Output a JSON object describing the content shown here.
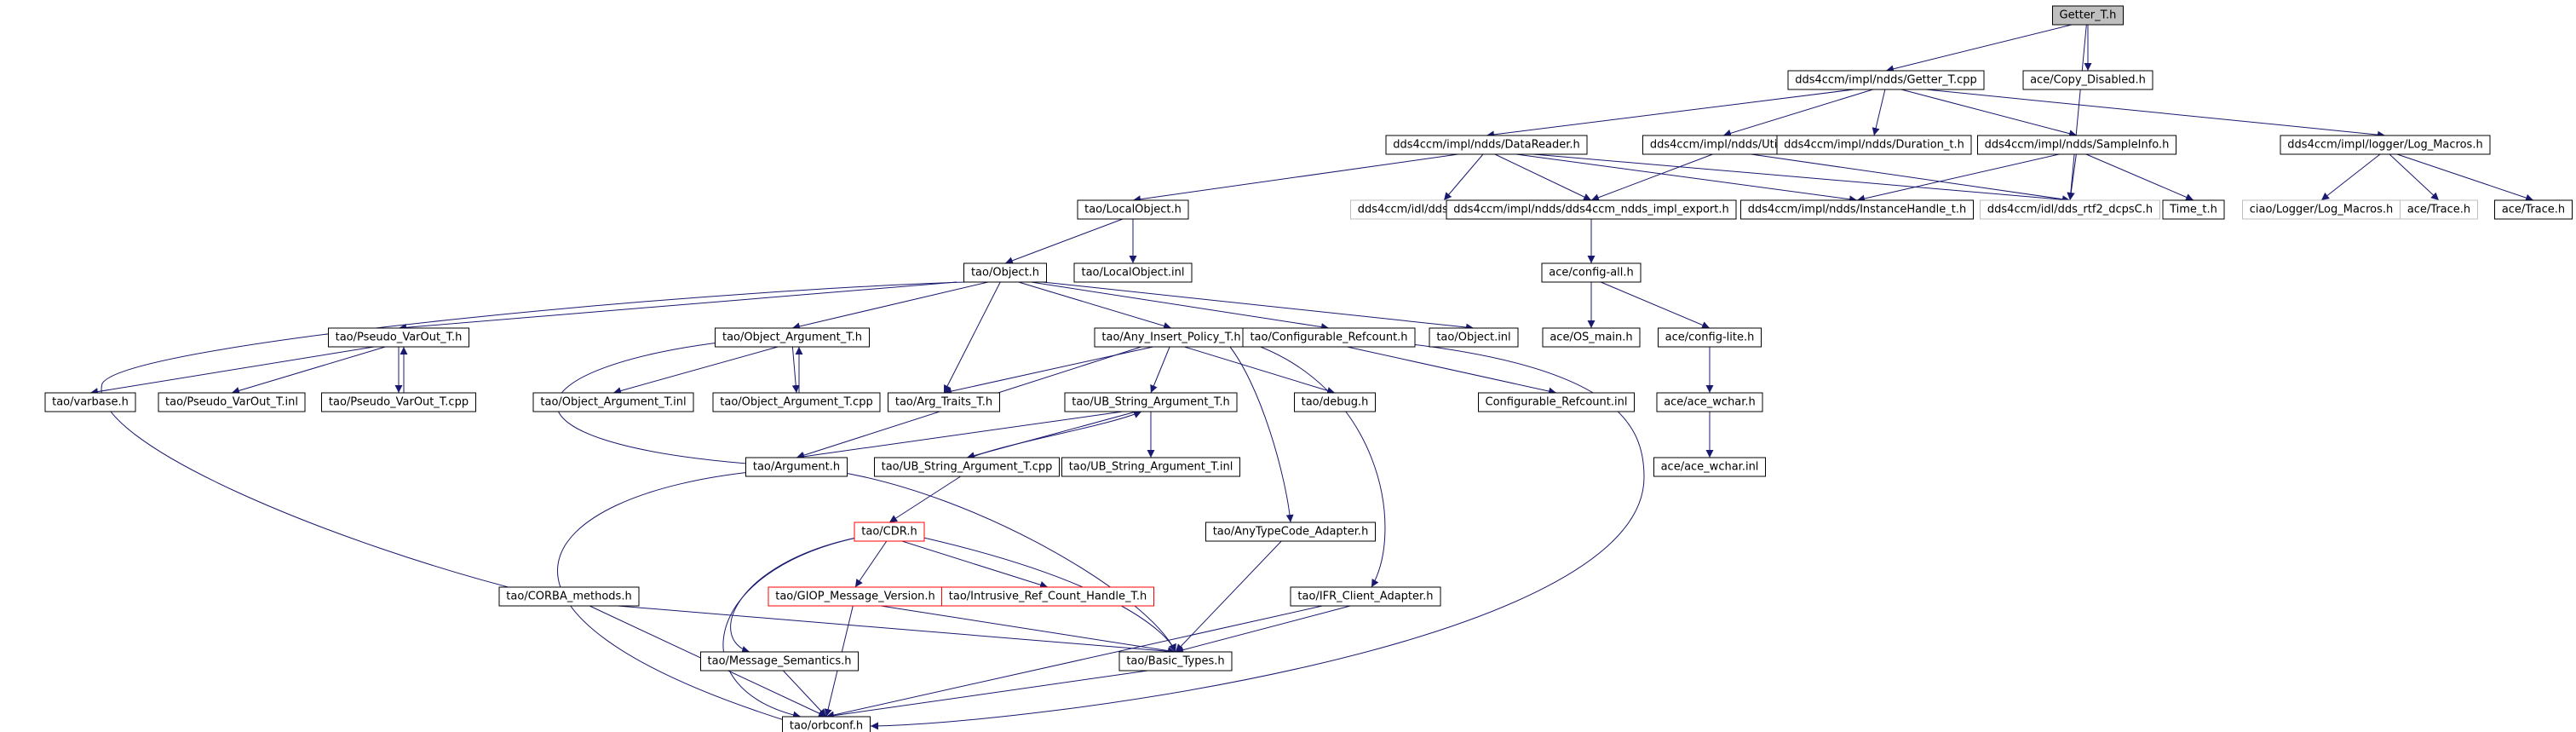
{
  "colors": {
    "edge": "#191970",
    "box_normal": "#000000",
    "box_red": "#ff0000",
    "box_grey": "#bfbfbf",
    "box_root_fill": "#bfbfbf"
  },
  "graph": {
    "nodes": [
      {
        "id": "getter_t_h",
        "label": "Getter_T.h",
        "style": "root"
      },
      {
        "id": "getter_t_cpp",
        "label": "dds4ccm/impl/ndds/Getter_T.cpp",
        "style": "normal"
      },
      {
        "id": "copy_disabled",
        "label": "ace/Copy_Disabled.h",
        "style": "normal"
      },
      {
        "id": "datareader",
        "label": "dds4ccm/impl/ndds/DataReader.h",
        "style": "normal"
      },
      {
        "id": "utils",
        "label": "dds4ccm/impl/ndds/Utils.h",
        "style": "normal"
      },
      {
        "id": "duration",
        "label": "dds4ccm/impl/ndds/Duration_t.h",
        "style": "normal"
      },
      {
        "id": "sampleinfo",
        "label": "dds4ccm/impl/ndds/SampleInfo.h",
        "style": "normal"
      },
      {
        "id": "log_macros",
        "label": "dds4ccm/impl/logger/Log_Macros.h",
        "style": "normal"
      },
      {
        "id": "localobject_h",
        "label": "tao/LocalObject.h",
        "style": "normal"
      },
      {
        "id": "dcpsec",
        "label": "dds4ccm/idl/dds_rtf2_dcpsEC.h",
        "style": "grey"
      },
      {
        "id": "impl_export",
        "label": "dds4ccm/impl/ndds/dds4ccm_ndds_impl_export.h",
        "style": "normal"
      },
      {
        "id": "instancehandle",
        "label": "dds4ccm/impl/ndds/InstanceHandle_t.h",
        "style": "normal"
      },
      {
        "id": "dcpsc",
        "label": "dds4ccm/idl/dds_rtf2_dcpsC.h",
        "style": "grey"
      },
      {
        "id": "time_t",
        "label": "Time_t.h",
        "style": "normal"
      },
      {
        "id": "ciao_log",
        "label": "ciao/Logger/Log_Macros.h",
        "style": "grey"
      },
      {
        "id": "ace_trace1",
        "label": "ace/Trace.h",
        "style": "grey"
      },
      {
        "id": "ace_trace2",
        "label": "ace/Trace.h",
        "style": "normal"
      },
      {
        "id": "object_h",
        "label": "tao/Object.h",
        "style": "normal"
      },
      {
        "id": "localobject_inl",
        "label": "tao/LocalObject.inl",
        "style": "normal"
      },
      {
        "id": "config_all",
        "label": "ace/config-all.h",
        "style": "normal"
      },
      {
        "id": "pseudo_varout_h",
        "label": "tao/Pseudo_VarOut_T.h",
        "style": "normal"
      },
      {
        "id": "object_argument_h",
        "label": "tao/Object_Argument_T.h",
        "style": "normal"
      },
      {
        "id": "any_insert",
        "label": "tao/Any_Insert_Policy_T.h",
        "style": "normal"
      },
      {
        "id": "configurable_refcount",
        "label": "tao/Configurable_Refcount.h",
        "style": "normal"
      },
      {
        "id": "object_inl",
        "label": "tao/Object.inl",
        "style": "normal"
      },
      {
        "id": "os_main",
        "label": "ace/OS_main.h",
        "style": "normal"
      },
      {
        "id": "config_lite",
        "label": "ace/config-lite.h",
        "style": "normal"
      },
      {
        "id": "varbase",
        "label": "tao/varbase.h",
        "style": "normal"
      },
      {
        "id": "pseudo_varout_inl",
        "label": "tao/Pseudo_VarOut_T.inl",
        "style": "normal"
      },
      {
        "id": "pseudo_varout_cpp",
        "label": "tao/Pseudo_VarOut_T.cpp",
        "style": "normal"
      },
      {
        "id": "object_argument_inl",
        "label": "tao/Object_Argument_T.inl",
        "style": "normal"
      },
      {
        "id": "object_argument_cpp",
        "label": "tao/Object_Argument_T.cpp",
        "style": "normal"
      },
      {
        "id": "arg_traits",
        "label": "tao/Arg_Traits_T.h",
        "style": "normal"
      },
      {
        "id": "ub_string_h",
        "label": "tao/UB_String_Argument_T.h",
        "style": "normal"
      },
      {
        "id": "debug_h",
        "label": "tao/debug.h",
        "style": "normal"
      },
      {
        "id": "configurable_refcount_inl",
        "label": "Configurable_Refcount.inl",
        "style": "normal"
      },
      {
        "id": "ace_wchar_h",
        "label": "ace/ace_wchar.h",
        "style": "normal"
      },
      {
        "id": "argument_h",
        "label": "tao/Argument.h",
        "style": "normal"
      },
      {
        "id": "ub_string_cpp",
        "label": "tao/UB_String_Argument_T.cpp",
        "style": "normal"
      },
      {
        "id": "ub_string_inl",
        "label": "tao/UB_String_Argument_T.inl",
        "style": "normal"
      },
      {
        "id": "ace_wchar_inl",
        "label": "ace/ace_wchar.inl",
        "style": "normal"
      },
      {
        "id": "cdr_h",
        "label": "tao/CDR.h",
        "style": "red"
      },
      {
        "id": "anytypecode",
        "label": "tao/AnyTypeCode_Adapter.h",
        "style": "normal"
      },
      {
        "id": "corba_methods",
        "label": "tao/CORBA_methods.h",
        "style": "normal"
      },
      {
        "id": "giop_version",
        "label": "tao/GIOP_Message_Version.h",
        "style": "red"
      },
      {
        "id": "intrusive_ref",
        "label": "tao/Intrusive_Ref_Count_Handle_T.h",
        "style": "red"
      },
      {
        "id": "ifr_client",
        "label": "tao/IFR_Client_Adapter.h",
        "style": "normal"
      },
      {
        "id": "message_semantics",
        "label": "tao/Message_Semantics.h",
        "style": "normal"
      },
      {
        "id": "basic_types",
        "label": "tao/Basic_Types.h",
        "style": "normal"
      },
      {
        "id": "orbconf",
        "label": "tao/orbconf.h",
        "style": "normal"
      }
    ]
  }
}
